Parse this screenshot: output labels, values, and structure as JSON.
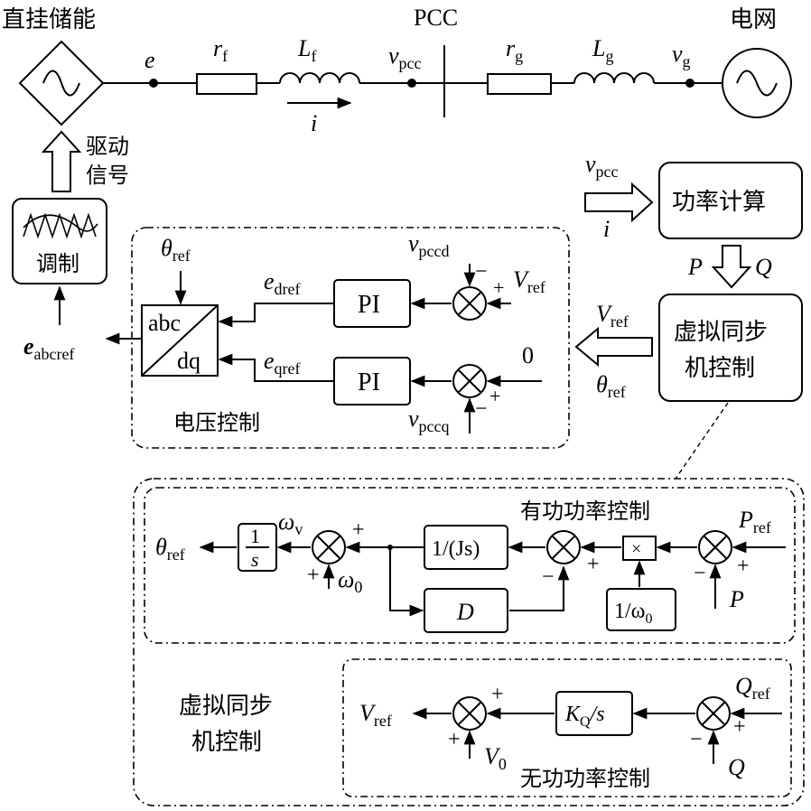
{
  "top": {
    "storage_label": "直挂储能",
    "grid_label": "电网",
    "pcc_label": "PCC",
    "node_e": "e",
    "rf": {
      "main": "r",
      "sub": "f"
    },
    "Lf": {
      "main": "L",
      "sub": "f"
    },
    "vpcc": {
      "main": "v",
      "sub": "pcc"
    },
    "rg": {
      "main": "r",
      "sub": "g"
    },
    "Lg": {
      "main": "L",
      "sub": "g"
    },
    "vg": {
      "main": "v",
      "sub": "g"
    },
    "current": "i"
  },
  "left": {
    "drive_signal_line1": "驱动",
    "drive_signal_line2": "信号",
    "modulation": "调制",
    "eabcref": {
      "main": "e",
      "sub": "abcref"
    }
  },
  "power_calc": {
    "label": "功率计算",
    "in_v": {
      "main": "v",
      "sub": "pcc"
    },
    "in_i": "i",
    "out_P": "P",
    "out_Q": "Q"
  },
  "vsg_box": {
    "line1": "虚拟同步",
    "line2": "机控制",
    "out_V": {
      "main": "V",
      "sub": "ref"
    },
    "out_theta": {
      "main": "θ",
      "sub": "ref"
    }
  },
  "voltage_control": {
    "title": "电压控制",
    "theta": {
      "main": "θ",
      "sub": "ref"
    },
    "abc": "abc",
    "dq": "dq",
    "edref": {
      "main": "e",
      "sub": "dref"
    },
    "eqref": {
      "main": "e",
      "sub": "qref"
    },
    "pi1": "PI",
    "pi2": "PI",
    "vpccd": {
      "main": "v",
      "sub": "pccd"
    },
    "vpccq": {
      "main": "v",
      "sub": "pccq"
    },
    "Vref": {
      "main": "V",
      "sub": "ref"
    },
    "zero": "0"
  },
  "active_power": {
    "title": "有功功率控制",
    "theta": {
      "main": "θ",
      "sub": "ref"
    },
    "integrator_num": "1",
    "integrator_den": "s",
    "omega_v": {
      "main": "ω",
      "sub": "v"
    },
    "omega_0": {
      "main": "ω",
      "sub": "0"
    },
    "inertia": "1/(Js)",
    "damping": "D",
    "multiply": "×",
    "inv_omega": "1/ω",
    "inv_omega_sub": "0",
    "Pref": {
      "main": "P",
      "sub": "ref"
    },
    "P": "P"
  },
  "reactive_power": {
    "title": "无功功率控制",
    "Vref": {
      "main": "V",
      "sub": "ref"
    },
    "V0": {
      "main": "V",
      "sub": "0"
    },
    "kq_main": "K",
    "kq_sub": "Q",
    "kq_tail": "/s",
    "Qref": {
      "main": "Q",
      "sub": "ref"
    },
    "Q": "Q"
  },
  "vsg_detail_label": {
    "line1": "虚拟同步",
    "line2": "机控制"
  },
  "signs": {
    "plus": "+",
    "minus": "−"
  }
}
